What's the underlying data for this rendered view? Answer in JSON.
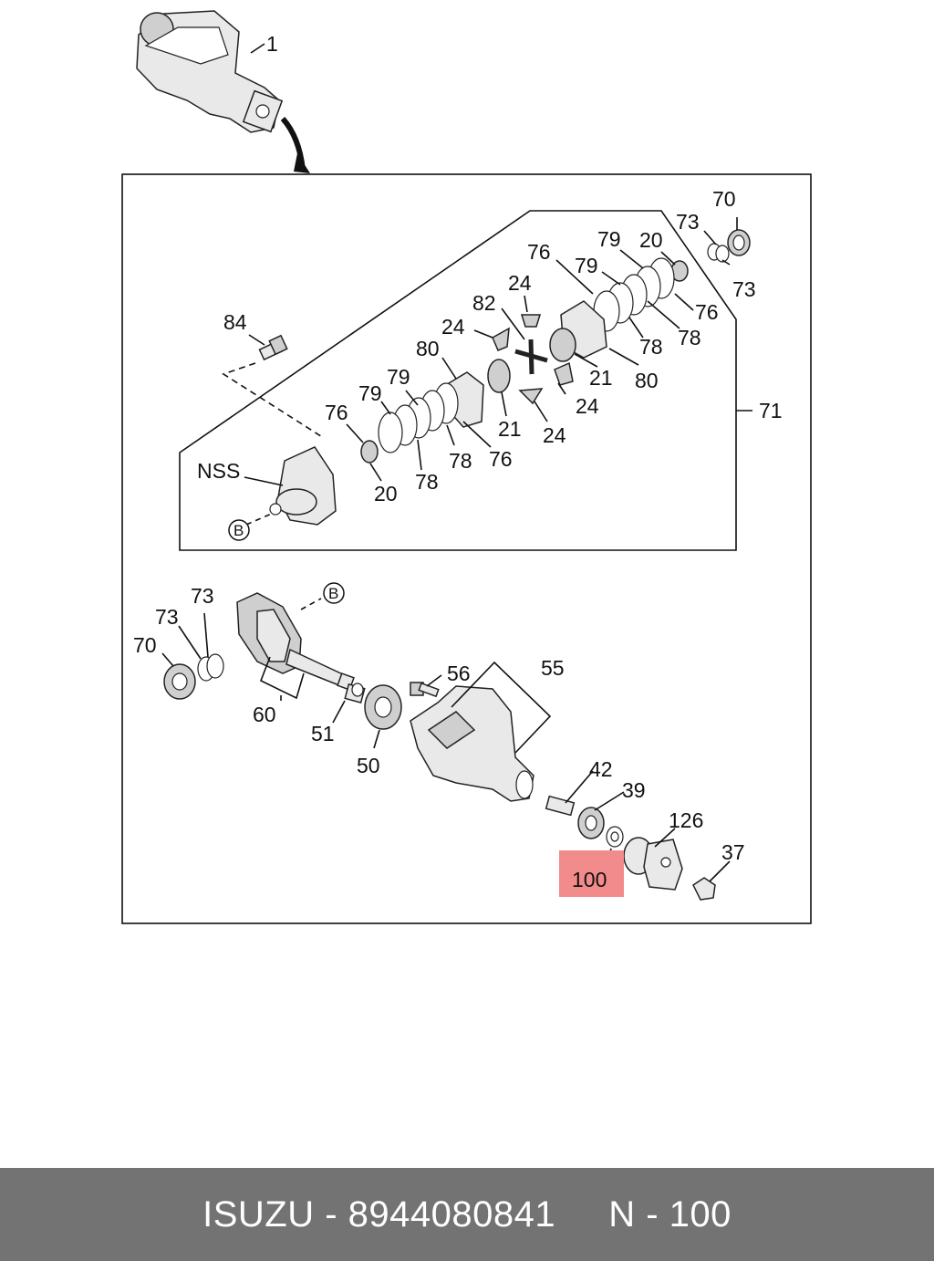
{
  "callouts": {
    "c1": "1",
    "c71": "71",
    "c70a": "70",
    "c73a": "73",
    "c73b": "73",
    "c20a": "20",
    "c79a": "79",
    "c76a": "76",
    "c79b": "79",
    "c76b": "76",
    "c78a": "78",
    "c78b": "78",
    "c24a": "24",
    "c82": "82",
    "c24b": "24",
    "c80a": "80",
    "c21a": "21",
    "c80b": "80",
    "c84": "84",
    "c79c": "79",
    "c76c": "76",
    "c24c": "24",
    "c21b": "21",
    "c24d": "24",
    "c78c": "78",
    "c76d": "76",
    "c78d": "78",
    "c20b": "20",
    "cNSS": "NSS",
    "c73c": "73",
    "c73d": "73",
    "c70b": "70",
    "c60": "60",
    "c56": "56",
    "c55": "55",
    "c51": "51",
    "c50": "50",
    "c42": "42",
    "c39": "39",
    "c126": "126",
    "c37": "37",
    "c100": "100"
  },
  "ref_markers": {
    "b_upper": "B",
    "b_lower": "B"
  },
  "highlight_color": "#f28b8b",
  "footer": {
    "brand": "ISUZU",
    "part_number": "8944080841",
    "position": "N - 100",
    "background": "#737373"
  }
}
